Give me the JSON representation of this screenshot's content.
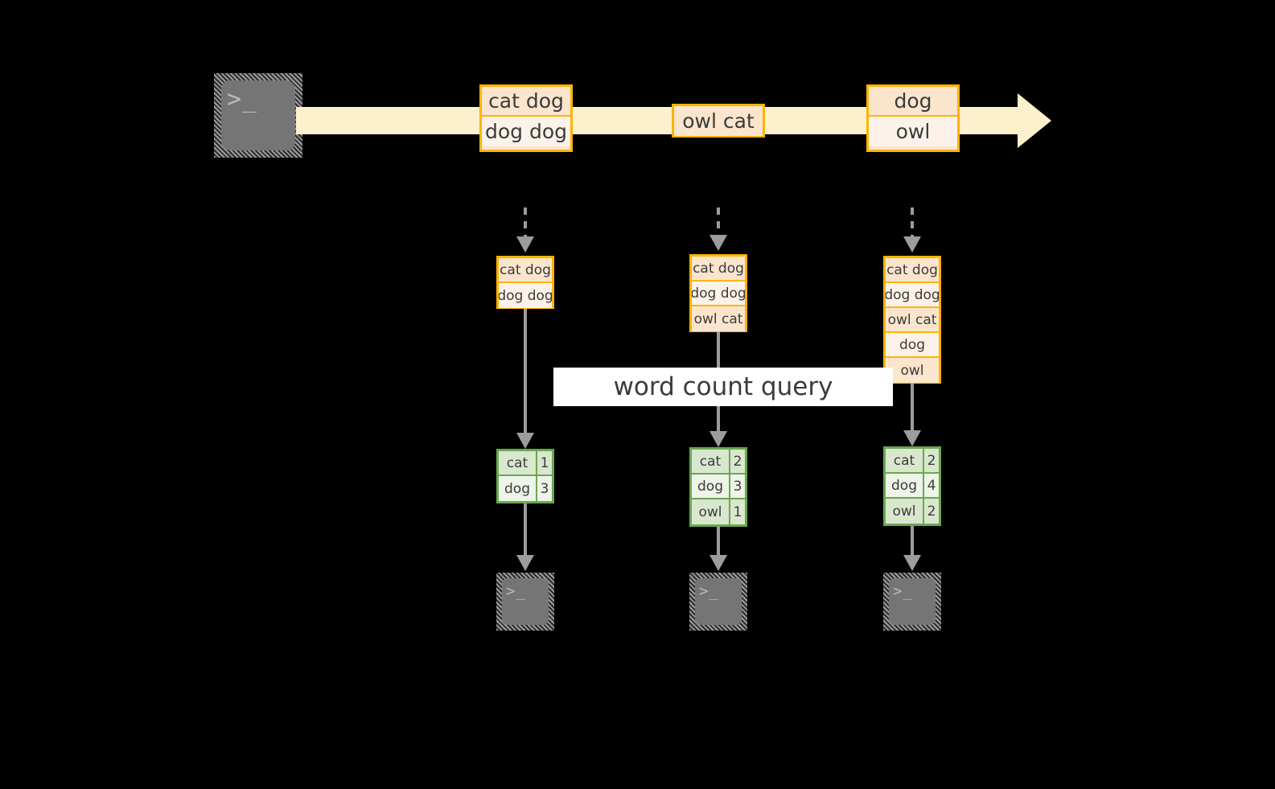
{
  "diagram": {
    "title_label": "word count query",
    "colors": {
      "stream_band": "#fdf0cc",
      "box_border": "#ffb300",
      "box_fill_dark": "#fce5cd",
      "box_fill_light": "#fdf2e9",
      "table_border": "#6aa84f",
      "table_fill_dark": "#d9e7cf",
      "table_fill_light": "#eef4e8",
      "connector": "#9c9c9c",
      "background": "#000000"
    },
    "terminal_glyph": ">_",
    "source": {
      "name": "source-terminal",
      "glyph": ">_"
    },
    "stream": {
      "name": "input-stream",
      "events": [
        {
          "rows": [
            "cat dog",
            "dog dog"
          ]
        },
        {
          "rows": [
            "owl cat"
          ]
        },
        {
          "rows": [
            "dog",
            "owl"
          ]
        }
      ]
    },
    "columns": [
      {
        "id": "t1",
        "accumulated": [
          "cat dog",
          "dog dog"
        ],
        "counts": [
          {
            "word": "cat",
            "count": "1"
          },
          {
            "word": "dog",
            "count": "3"
          }
        ],
        "sink_glyph": ">_"
      },
      {
        "id": "t2",
        "accumulated": [
          "cat dog",
          "dog dog",
          "owl cat"
        ],
        "counts": [
          {
            "word": "cat",
            "count": "2"
          },
          {
            "word": "dog",
            "count": "3"
          },
          {
            "word": "owl",
            "count": "1"
          }
        ],
        "sink_glyph": ">_"
      },
      {
        "id": "t3",
        "accumulated": [
          "cat dog",
          "dog dog",
          "owl cat",
          "dog",
          "owl"
        ],
        "counts": [
          {
            "word": "cat",
            "count": "2"
          },
          {
            "word": "dog",
            "count": "4"
          },
          {
            "word": "owl",
            "count": "2"
          }
        ],
        "sink_glyph": ">_"
      }
    ]
  }
}
